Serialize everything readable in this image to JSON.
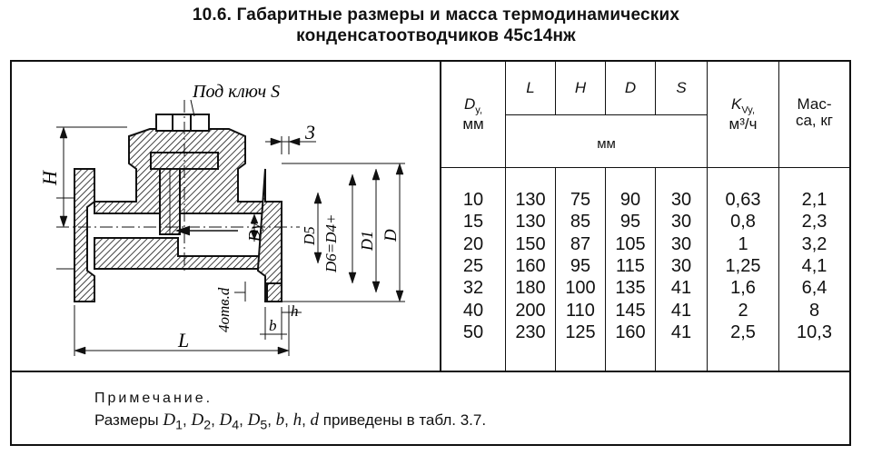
{
  "title_line1": "10.6. Габаритные размеры и масса термодинамических",
  "title_line2": "конденсатоотводчиков 45с14нж",
  "drawing": {
    "label_key": "Под ключ S",
    "label_H": "H",
    "label_3": "3",
    "label_Dy": "Dy",
    "label_D5": "D5",
    "label_D6": "D6=D4+",
    "label_D1": "D1",
    "label_D": "D",
    "label_holes": "4отв.d",
    "label_h": "h",
    "label_b": "b",
    "label_L": "L"
  },
  "table": {
    "col_dy": "D",
    "col_dy_sub": "y,",
    "col_dy_unit": "мм",
    "col_L": "L",
    "col_H": "H",
    "col_D": "D",
    "col_S": "S",
    "group_unit": "мм",
    "col_kv": "K",
    "col_kv_sub": "Vy,",
    "col_kv_unit": "м³/ч",
    "col_mass": "Мас-",
    "col_mass2": "са, кг",
    "rows": [
      {
        "dy": "10",
        "L": "130",
        "H": "75",
        "D": "90",
        "S": "30",
        "kv": "0,63",
        "m": "2,1"
      },
      {
        "dy": "15",
        "L": "130",
        "H": "85",
        "D": "95",
        "S": "30",
        "kv": "0,8",
        "m": "2,3"
      },
      {
        "dy": "20",
        "L": "150",
        "H": "87",
        "D": "105",
        "S": "30",
        "kv": "1",
        "m": "3,2"
      },
      {
        "dy": "25",
        "L": "160",
        "H": "95",
        "D": "115",
        "S": "30",
        "kv": "1,25",
        "m": "4,1"
      },
      {
        "dy": "32",
        "L": "180",
        "H": "100",
        "D": "135",
        "S": "41",
        "kv": "1,6",
        "m": "6,4"
      },
      {
        "dy": "40",
        "L": "200",
        "H": "110",
        "D": "145",
        "S": "41",
        "kv": "2",
        "m": "8"
      },
      {
        "dy": "50",
        "L": "230",
        "H": "125",
        "D": "160",
        "S": "41",
        "kv": "2,5",
        "m": "10,3"
      }
    ]
  },
  "note": {
    "heading": "Примечание.",
    "text_prefix": "Размеры",
    "D1": "D",
    "D1_sub": "1",
    "D2": "D",
    "D2_sub": "2",
    "D4": "D",
    "D4_sub": "4",
    "D5": "D",
    "D5_sub": "5",
    "b": "b",
    "h": "h",
    "d": "d",
    "text_suffix": "приведены в табл. 3.7."
  }
}
